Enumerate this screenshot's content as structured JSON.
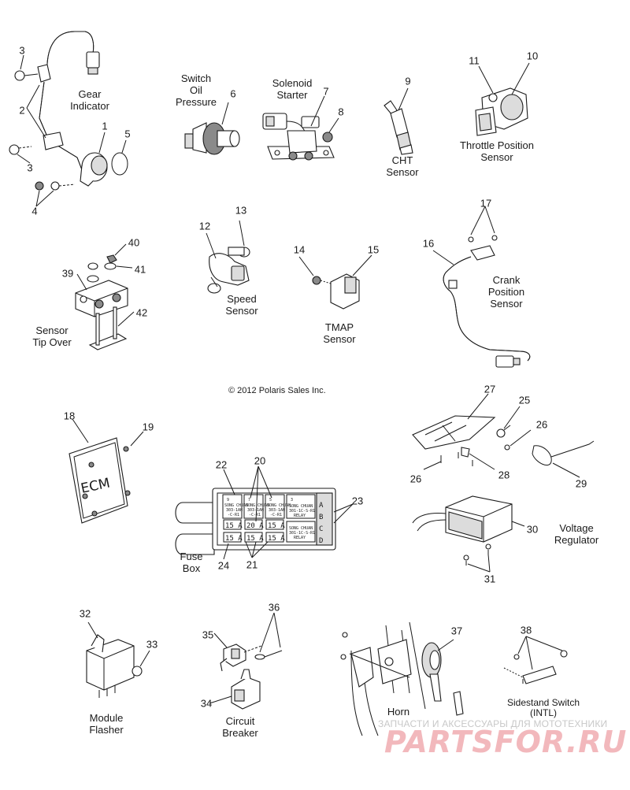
{
  "copyright": "© 2012 Polaris Sales Inc.",
  "part_numbers": [
    "1",
    "2",
    "3",
    "3",
    "4",
    "5",
    "6",
    "7",
    "8",
    "9",
    "10",
    "11",
    "12",
    "13",
    "14",
    "15",
    "16",
    "17",
    "18",
    "19",
    "20",
    "21",
    "22",
    "23",
    "24",
    "25",
    "26",
    "26",
    "27",
    "28",
    "29",
    "30",
    "31",
    "32",
    "33",
    "34",
    "35",
    "36",
    "37",
    "38",
    "39",
    "40",
    "41",
    "42"
  ],
  "captions": {
    "gear_indicator": [
      "Gear",
      "Indicator"
    ],
    "switch_oil_pressure": [
      "Switch",
      "Oil",
      "Pressure"
    ],
    "solenoid_starter": [
      "Solenoid",
      "Starter"
    ],
    "cht_sensor": [
      "CHT",
      "Sensor"
    ],
    "throttle_position_sensor": [
      "Throttle Position",
      "Sensor"
    ],
    "speed_sensor": [
      "Speed",
      "Sensor"
    ],
    "tmap_sensor": [
      "TMAP",
      "Sensor"
    ],
    "crank_position_sensor": [
      "Crank",
      "Position",
      "Sensor"
    ],
    "sensor_tip_over": [
      "Sensor",
      "Tip Over"
    ],
    "fuse_box": [
      "Fuse",
      "Box"
    ],
    "voltage_regulator": [
      "Voltage",
      "Regulator"
    ],
    "module_flasher": [
      "Module",
      "Flasher"
    ],
    "circuit_breaker": [
      "Circuit",
      "Breaker"
    ],
    "horn": [
      "Horn"
    ],
    "sidestand_switch": [
      "Sidestand Switch",
      "(INTL)"
    ]
  },
  "ecm_text": "ECM",
  "fuse_box": {
    "slot_numbers": [
      "9",
      "7",
      "5",
      "3"
    ],
    "relay_text": [
      "SONG CHUAN",
      "303-1AH",
      "-C-R1"
    ],
    "relay_big_text": [
      "SONG CHUAN",
      "301-1C-S-R1",
      "RELAY"
    ],
    "fuses_row1": [
      "15 A",
      "20 A",
      "15 A"
    ],
    "fuses_row2": [
      "15 A",
      "15 A",
      "15 A"
    ],
    "side_letters": [
      "A",
      "B",
      "C",
      "D"
    ]
  },
  "watermark": {
    "line": "ЗАПЧАСТИ И АКСЕССУАРЫ ДЛЯ МОТОТЕХНИКИ",
    "logo": "PARTSFOR.RU"
  }
}
